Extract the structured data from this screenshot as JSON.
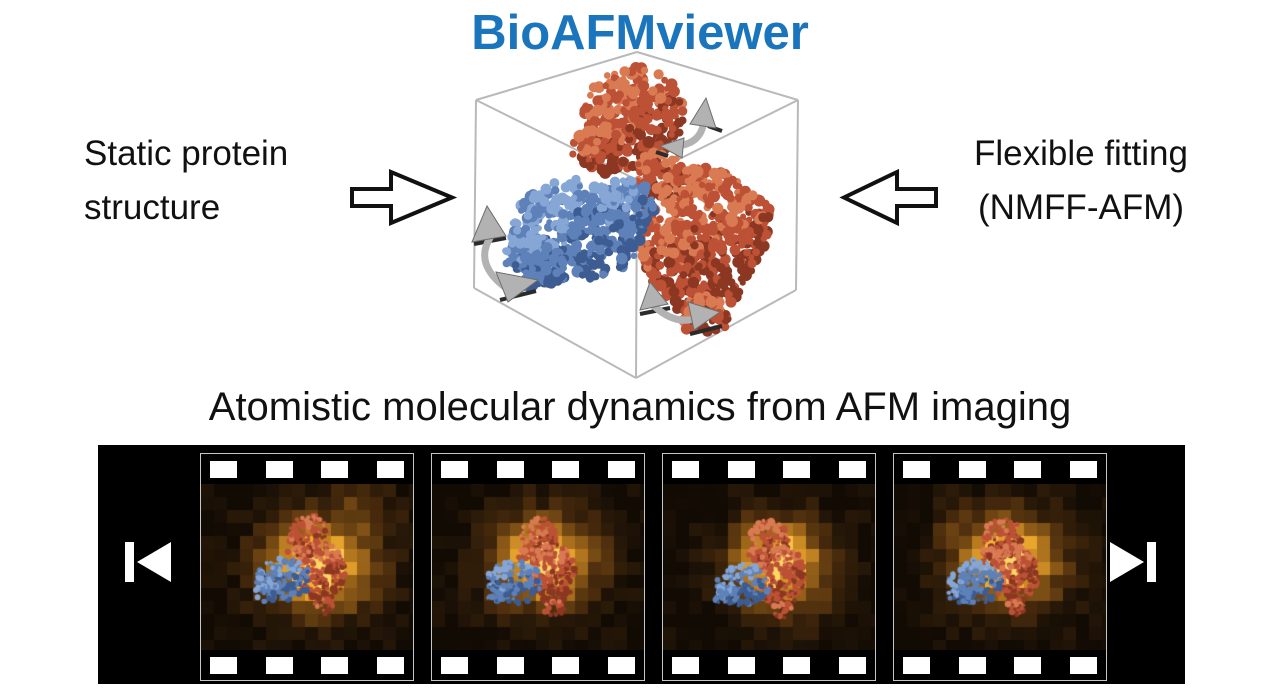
{
  "figure": {
    "title": "BioAFMviewer",
    "subtitle": "Atomistic molecular dynamics from AFM imaging"
  },
  "labels": {
    "left_line1": "Static protein",
    "left_line2": "structure",
    "right_line1": "Flexible fitting",
    "right_line2": "(NMFF-AFM)"
  },
  "colors": {
    "title_blue": "#1b75bc",
    "text_black": "#111111",
    "cube_line": "#b9b9b9",
    "rotation_arrow_gray": "#b2b2b2",
    "rotation_arrow_edge": "#6e6e6e",
    "rotation_arrow_dark": "#2b2b2b",
    "block_arrow_fill": "#ffffff",
    "block_arrow_stroke": "#111111",
    "protein_blue": [
      "#3c5c92",
      "#5d81b8",
      "#86a7d6"
    ],
    "protein_red": [
      "#8c3722",
      "#bc5136",
      "#d97a52"
    ],
    "film_background": "#000000",
    "sprocket_hole": "#ffffff",
    "afm_palette": [
      {
        "stop": 0.0,
        "color": "#120b04"
      },
      {
        "stop": 0.15,
        "color": "#271808"
      },
      {
        "stop": 0.3,
        "color": "#46290c"
      },
      {
        "stop": 0.45,
        "color": "#6b4312"
      },
      {
        "stop": 0.6,
        "color": "#935f18"
      },
      {
        "stop": 0.75,
        "color": "#c08122"
      },
      {
        "stop": 0.87,
        "color": "#e8a52c"
      },
      {
        "stop": 0.95,
        "color": "#f9bf3f"
      },
      {
        "stop": 1.0,
        "color": "#ffd763"
      }
    ]
  },
  "filmstrip": {
    "frame_count": 4,
    "controls": {
      "first": "skip-to-first",
      "last": "skip-to-last"
    }
  }
}
